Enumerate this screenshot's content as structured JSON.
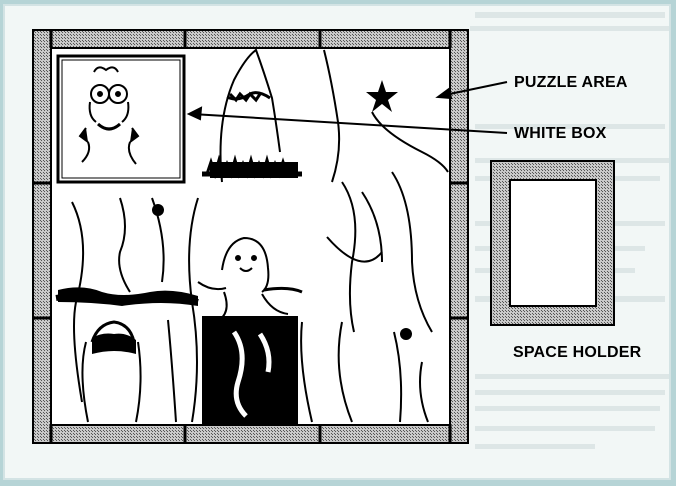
{
  "labels": {
    "puzzle_area": "PUZZLE AREA",
    "white_box": "WHITE BOX",
    "space_holder": "SPACE HOLDER"
  },
  "colors": {
    "paper": "#f2f7f6",
    "page_tint": "#b6d4d6",
    "ink": "#000000",
    "dither_border": "#8c8c8c",
    "space_holder_inner": "#ffffff"
  },
  "icons": [
    "star-icon",
    "arrow-icon"
  ]
}
